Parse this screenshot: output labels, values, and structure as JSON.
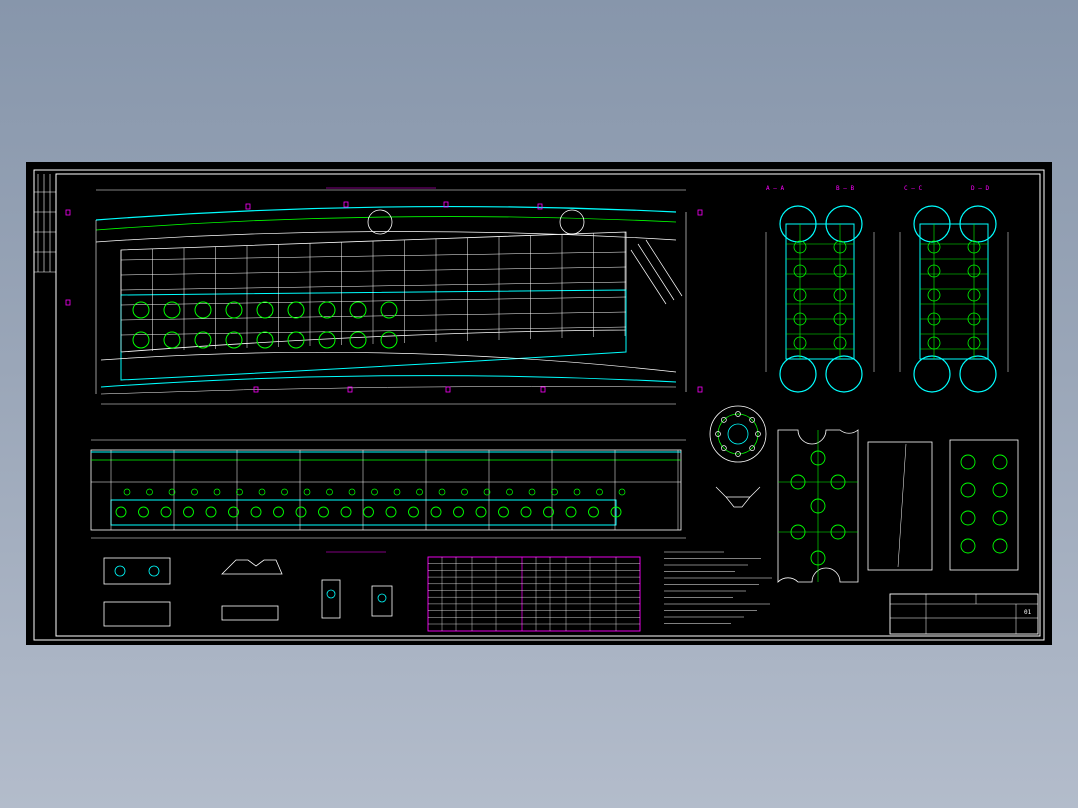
{
  "viewport": {
    "background": "#000000"
  },
  "palette": {
    "frame": "#ffffff",
    "structure": "#00ffff",
    "holes": "#00ff00",
    "dims": "#ffffff",
    "markers": "#ff00ff",
    "table": "#ff00ff",
    "text": "#ffffff"
  },
  "sections": {
    "a_label": "A — A",
    "b_label": "B — B",
    "c_label": "C — C",
    "d_label": "D — D"
  },
  "title_block": {
    "sheet_no": "01"
  }
}
